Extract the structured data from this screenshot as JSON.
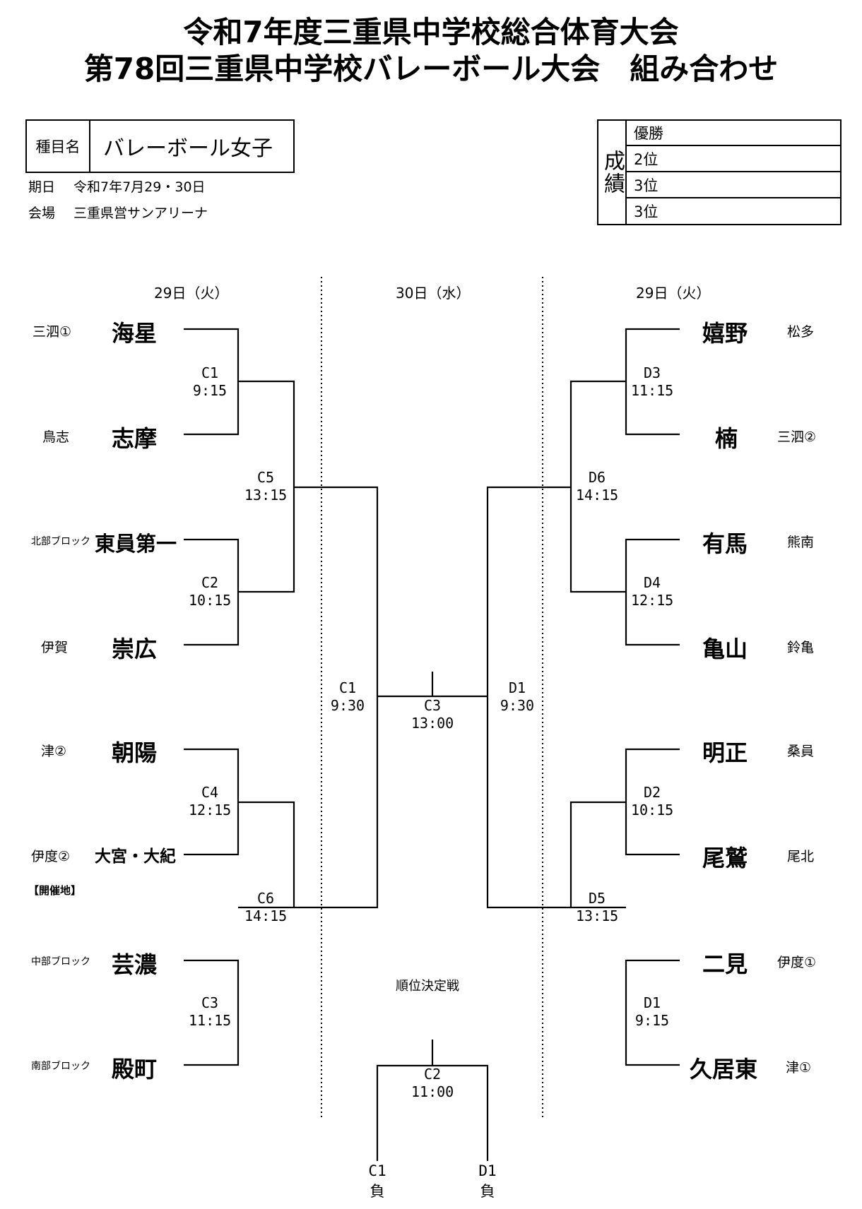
{
  "title": {
    "line1": "令和7年度三重県中学校総合体育大会",
    "line2": "第78回三重県中学校バレーボール大会　組み合わせ"
  },
  "event": {
    "category_label": "種目名",
    "category_value": "バレーボール女子",
    "date_label": "期日",
    "date_value": "令和7年7月29・30日",
    "venue_label": "会場",
    "venue_value": "三重県営サンアリーナ"
  },
  "results": {
    "label": "成績",
    "rows": [
      "優勝",
      "2位",
      "3位",
      "3位"
    ]
  },
  "days": {
    "left": "29日（火）",
    "center": "30日（水）",
    "right": "29日（火）"
  },
  "teams_left": [
    {
      "region": "三泗①",
      "name": "海星"
    },
    {
      "region": "鳥志",
      "name": "志摩"
    },
    {
      "region": "北部ブロック",
      "name": "東員第一"
    },
    {
      "region": "伊賀",
      "name": "崇広"
    },
    {
      "region": "津②",
      "name": "朝陽"
    },
    {
      "region": "伊度②",
      "name": "大宮・大紀"
    },
    {
      "region": "中部ブロック",
      "name": "芸濃"
    },
    {
      "region": "南部ブロック",
      "name": "殿町"
    }
  ],
  "host_label": "【開催地】",
  "teams_right": [
    {
      "name": "嬉野",
      "region": "松多"
    },
    {
      "name": "楠",
      "region": "三泗②"
    },
    {
      "name": "有馬",
      "region": "熊南"
    },
    {
      "name": "亀山",
      "region": "鈴亀"
    },
    {
      "name": "明正",
      "region": "桑員"
    },
    {
      "name": "尾鷲",
      "region": "尾北"
    },
    {
      "name": "二見",
      "region": "伊度①"
    },
    {
      "name": "久居東",
      "region": "津①"
    }
  ],
  "matches": {
    "c1": {
      "id": "C1",
      "time": "9:15"
    },
    "c2": {
      "id": "C2",
      "time": "10:15"
    },
    "c4": {
      "id": "C4",
      "time": "12:15"
    },
    "c3": {
      "id": "C3",
      "time": "11:15"
    },
    "c5": {
      "id": "C5",
      "time": "13:15"
    },
    "c6": {
      "id": "C6",
      "time": "14:15"
    },
    "d3": {
      "id": "D3",
      "time": "11:15"
    },
    "d4": {
      "id": "D4",
      "time": "12:15"
    },
    "d2": {
      "id": "D2",
      "time": "10:15"
    },
    "d1": {
      "id": "D1",
      "time": "9:15"
    },
    "d6": {
      "id": "D6",
      "time": "14:15"
    },
    "d5": {
      "id": "D5",
      "time": "13:15"
    },
    "semi_c": {
      "id": "C1",
      "time": "9:30"
    },
    "semi_d": {
      "id": "D1",
      "time": "9:30"
    },
    "final": {
      "id": "C3",
      "time": "13:00"
    },
    "third": {
      "id": "C2",
      "time": "11:00"
    }
  },
  "placement_label": "順位決定戦",
  "losers": {
    "left": {
      "id": "C1",
      "result": "負"
    },
    "right": {
      "id": "D1",
      "result": "負"
    }
  }
}
